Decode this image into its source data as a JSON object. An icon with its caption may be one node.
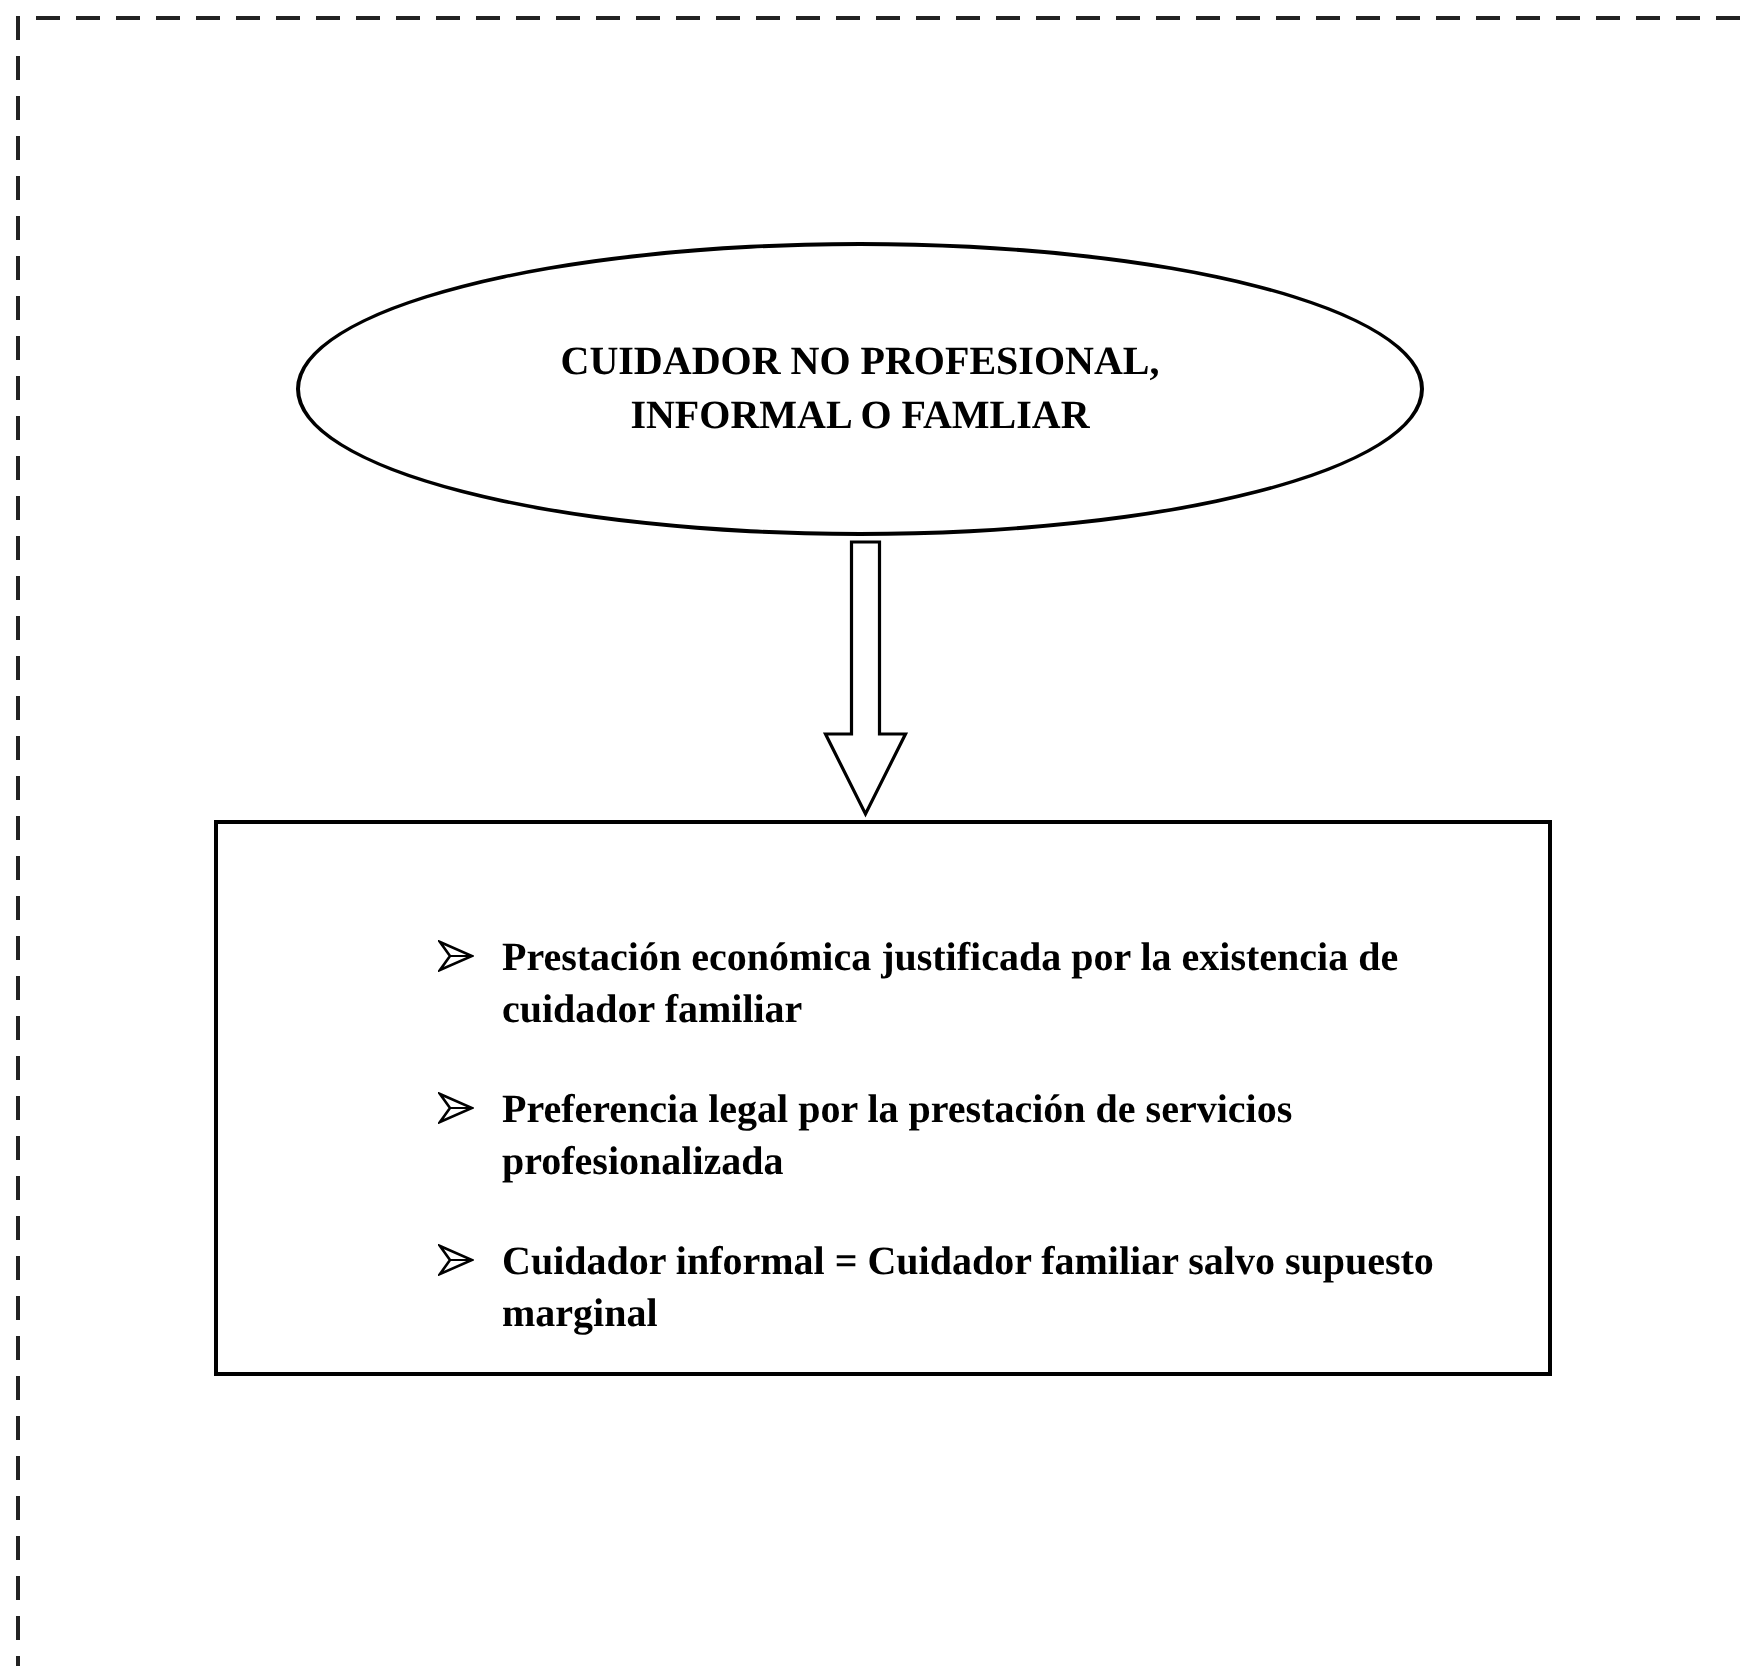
{
  "diagram": {
    "nodes": [
      {
        "text": [
          "CUIDADOR NO PROFESIONAL, INFORMAL O FAMLIAR"
        ]
      },
      {
        "text": [
          "Prestación económica justificada por la existencia de cuidador familiar",
          "Preferencia legal por la prestación de servicios profesionalizada",
          "Cuidador informal = Cuidador familiar salvo supuesto marginal"
        ]
      }
    ],
    "edges": [
      {
        "from": 0,
        "to": 1,
        "arrow": "to"
      }
    ]
  }
}
